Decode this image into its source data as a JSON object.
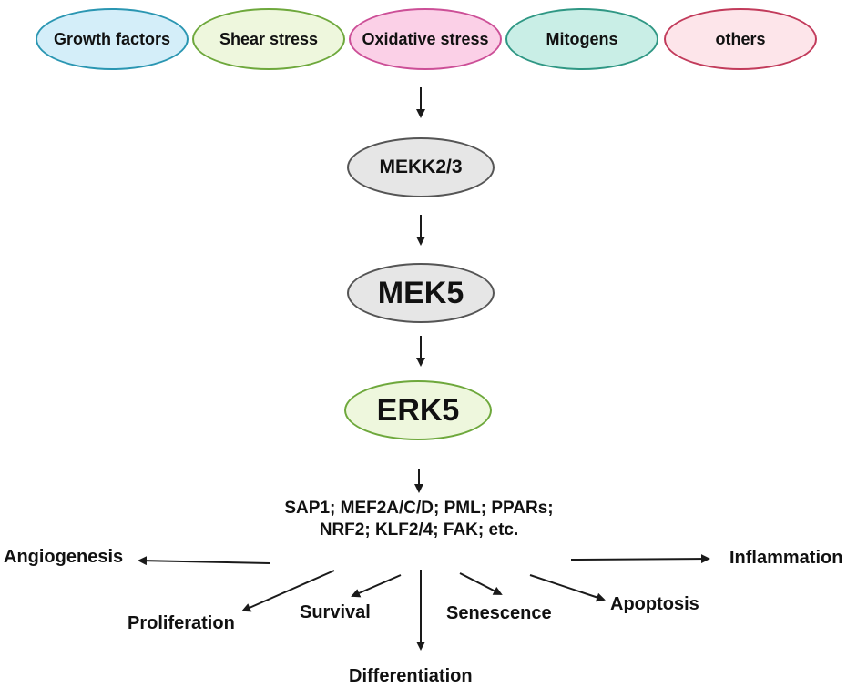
{
  "stimuli": [
    {
      "label": "Growth factors",
      "fill": "#d4eef9",
      "stroke": "#2a96b2"
    },
    {
      "label": "Shear stress",
      "fill": "#eef7dd",
      "stroke": "#6ea83c"
    },
    {
      "label": "Oxidative stress",
      "fill": "#fbd0e7",
      "stroke": "#cc4f97"
    },
    {
      "label": "Mitogens",
      "fill": "#c9eee6",
      "stroke": "#2f9784"
    },
    {
      "label": "others",
      "fill": "#fde5ea",
      "stroke": "#c23b5b"
    }
  ],
  "cascade": {
    "mekk": {
      "label": "MEKK2/3",
      "fill": "#e6e6e6",
      "stroke": "#555555"
    },
    "mek5": {
      "label": "MEK5",
      "fill": "#e6e6e6",
      "stroke": "#555555"
    },
    "erk5": {
      "label": "ERK5",
      "fill": "#eef7dd",
      "stroke": "#6ea83c"
    }
  },
  "targets": {
    "line1": "SAP1; MEF2A/C/D; PML; PPARs;",
    "line2": "NRF2; KLF2/4; FAK; etc."
  },
  "outcomes": {
    "angiogenesis": "Angiogenesis",
    "inflammation": "Inflammation",
    "proliferation": "Proliferation",
    "survival": "Survival",
    "senescence": "Senescence",
    "apoptosis": "Apoptosis",
    "differentiation": "Differentiation"
  },
  "colors": {
    "arrow": "#1a1a1a"
  }
}
